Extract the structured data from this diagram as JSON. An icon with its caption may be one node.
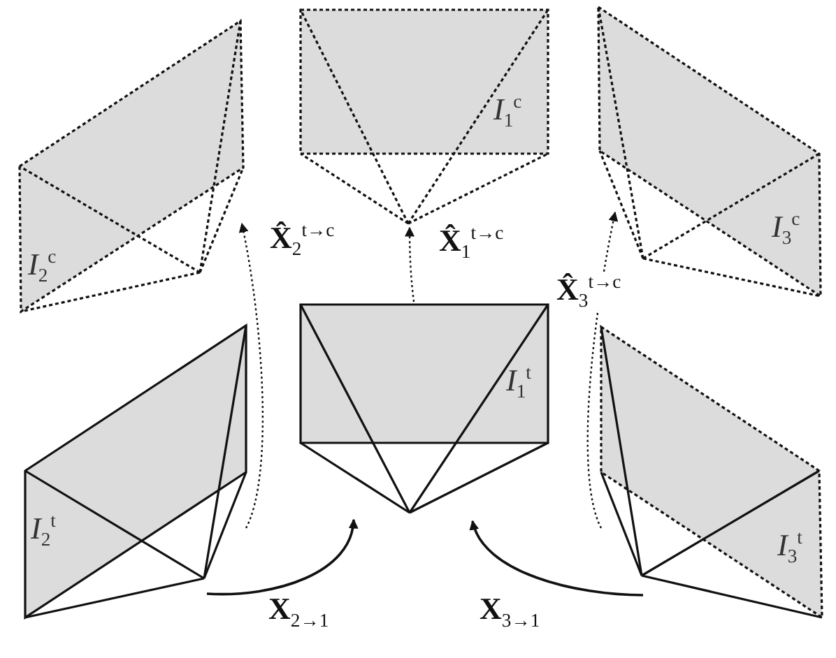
{
  "diagram": {
    "nodes": [
      {
        "text": [
          "*I*$_{2}$$^{c}$"
        ]
      },
      {
        "text": [
          "*I*$_{1}$$^{c}$"
        ]
      },
      {
        "text": [
          "*I*$_{3}$$^{c}$"
        ]
      },
      {
        "text": [
          "*I*$_{2}$$^{t}$"
        ]
      },
      {
        "text": [
          "*I*$_{1}$$^{t}$"
        ]
      },
      {
        "text": [
          "*I*$_{3}$$^{t}$"
        ]
      }
    ],
    "edges": [
      {
        "from": 3,
        "to": 0,
        "arrow": "to",
        "style": "dashed",
        "label": "**X̂**$_{2}$$^{t→c}$"
      },
      {
        "from": 4,
        "to": 1,
        "arrow": "to",
        "style": "dashed",
        "label": "**X̂**$_{1}$$^{t→c}$"
      },
      {
        "from": 5,
        "to": 2,
        "arrow": "to",
        "style": "dashed",
        "label": "**X̂**$_{3}$$^{t→c}$"
      },
      {
        "from": 3,
        "to": 4,
        "arrow": "to",
        "label": "**X**$_{2→1}$"
      },
      {
        "from": 5,
        "to": 4,
        "arrow": "to",
        "label": "**X**$_{3→1}$"
      }
    ]
  }
}
